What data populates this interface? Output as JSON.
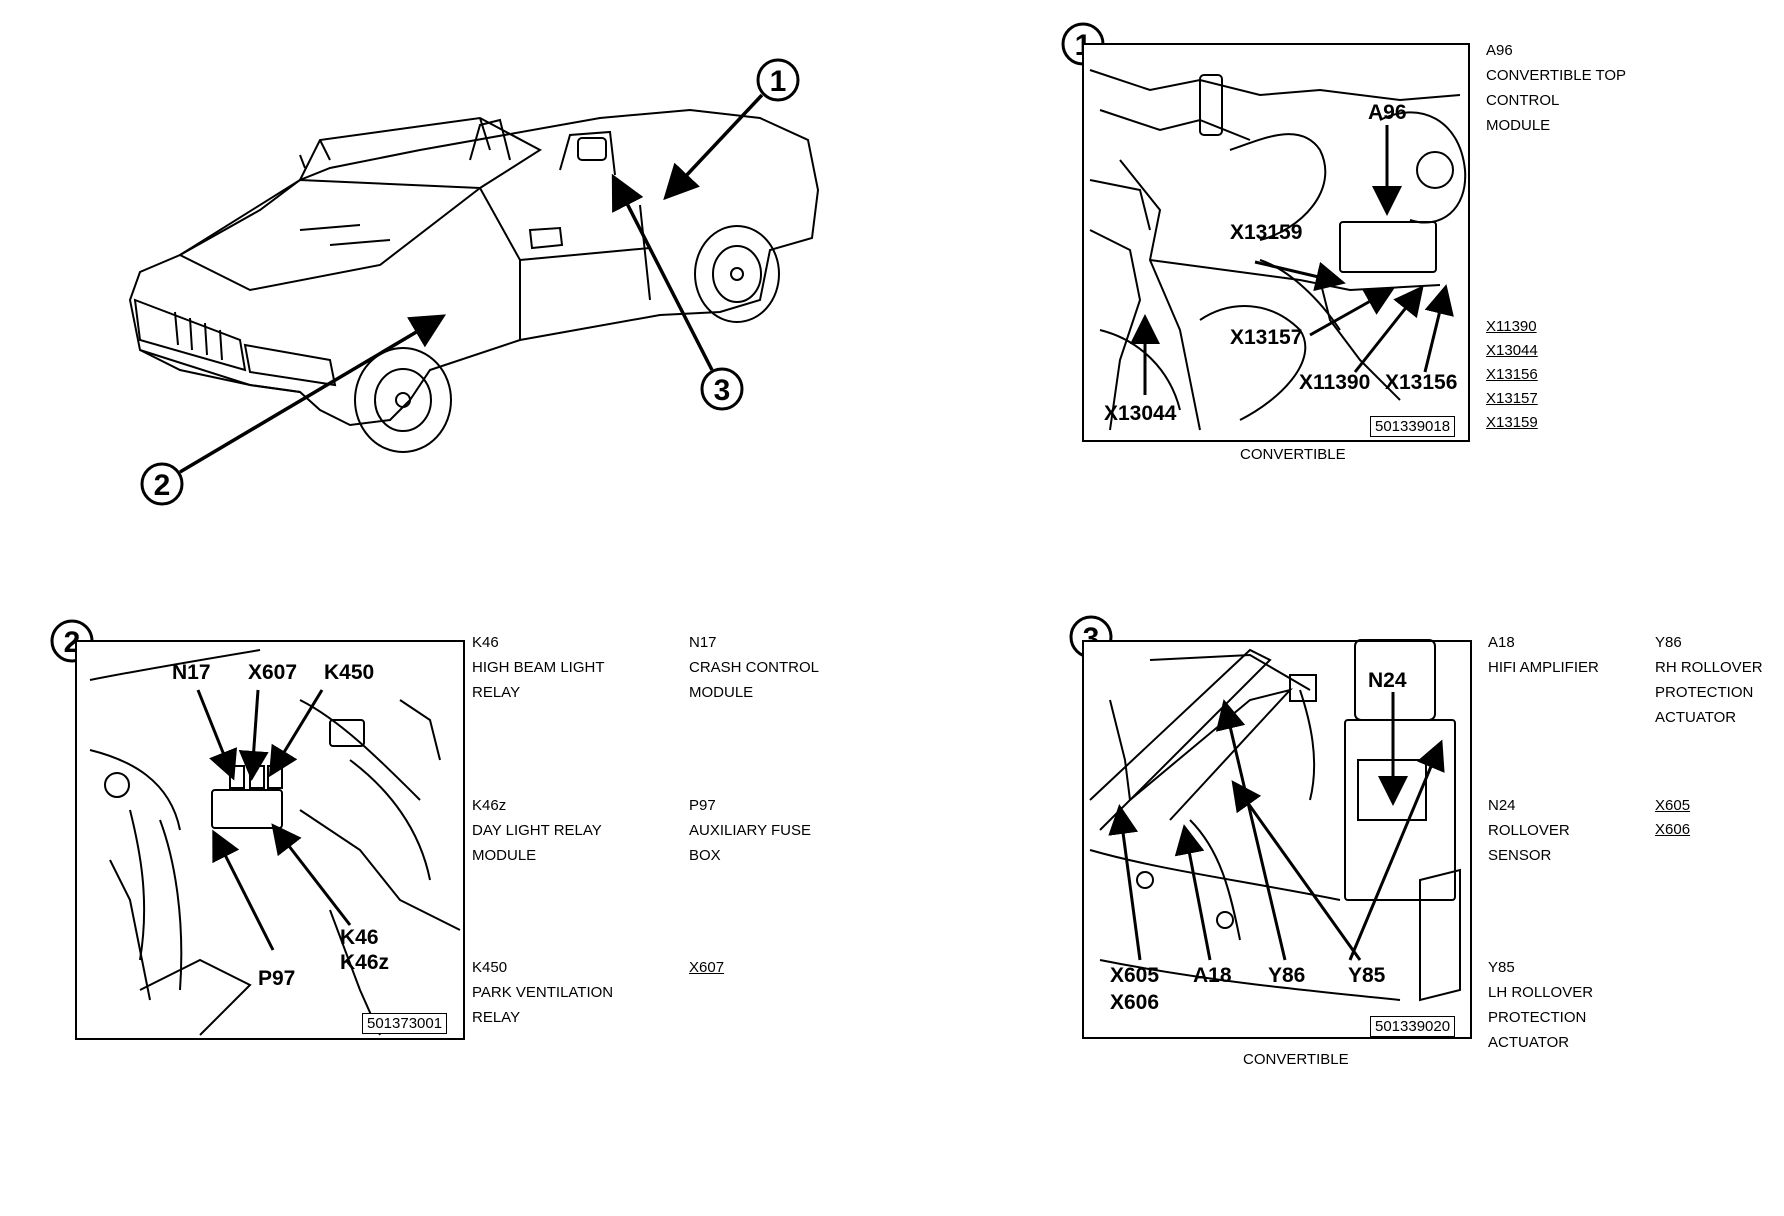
{
  "callouts": [
    "1",
    "2",
    "3"
  ],
  "panel1": {
    "code": "501339018",
    "caption": "CONVERTIBLE",
    "labels": {
      "a96": "A96",
      "x13159": "X13159",
      "x13157": "X13157",
      "x11390": "X11390",
      "x13156": "X13156",
      "x13044": "X13044"
    },
    "legend": [
      "A96",
      "CONVERTIBLE TOP",
      "CONTROL",
      "MODULE"
    ],
    "connectors": [
      "X11390",
      "X13044",
      "X13156",
      "X13157",
      "X13159"
    ]
  },
  "panel2": {
    "code": "501373001",
    "labels": {
      "n17": "N17",
      "x607": "X607",
      "k450": "K450",
      "k46": "K46",
      "k46z": "K46z",
      "p97": "P97"
    },
    "legend_col1": [
      [
        "K46",
        "HIGH BEAM LIGHT",
        "RELAY"
      ],
      [
        "K46z",
        "DAY LIGHT RELAY",
        "MODULE"
      ],
      [
        "K450",
        "PARK VENTILATION",
        "RELAY"
      ]
    ],
    "legend_col2": [
      [
        "N17",
        "CRASH CONTROL",
        "MODULE"
      ],
      [
        "P97",
        "AUXILIARY FUSE",
        "BOX"
      ]
    ],
    "connector": "X607"
  },
  "panel3": {
    "code": "501339020",
    "caption": "CONVERTIBLE",
    "labels": {
      "n24": "N24",
      "x605": "X605",
      "x606": "X606",
      "a18": "A18",
      "y86": "Y86",
      "y85": "Y85"
    },
    "legend_col1": [
      [
        "A18",
        "HIFI AMPLIFIER"
      ],
      [
        "N24",
        "ROLLOVER",
        "SENSOR"
      ],
      [
        "Y85",
        "LH ROLLOVER",
        "PROTECTION",
        "ACTUATOR"
      ]
    ],
    "legend_col2": [
      [
        "Y86",
        "RH ROLLOVER",
        "PROTECTION",
        "ACTUATOR"
      ]
    ],
    "connectors": [
      "X605",
      "X606"
    ]
  }
}
